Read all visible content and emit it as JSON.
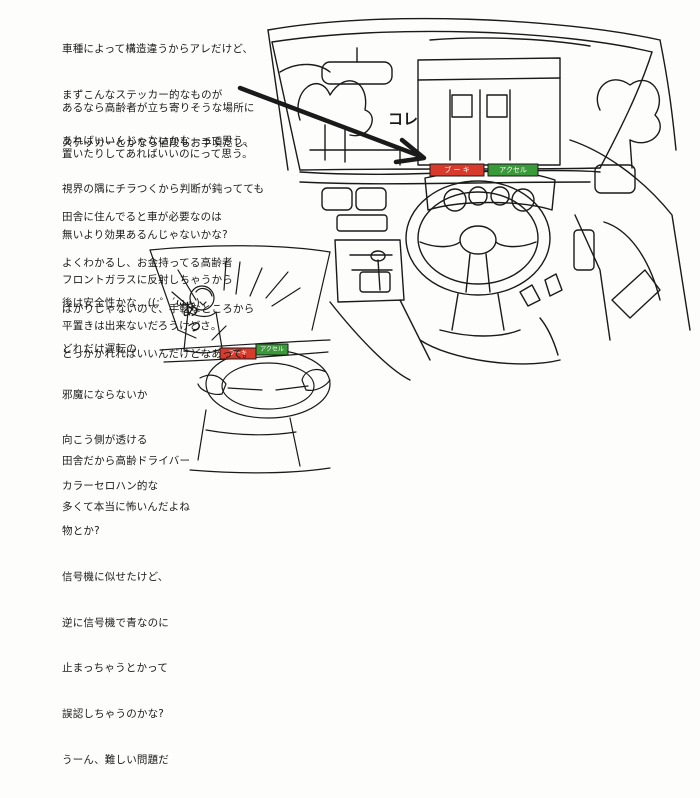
{
  "paragraphs": {
    "p1": [
      "車種によって構造違うからアレだけど、",
      "まずこんなステッカー的なものが",
      "あればいいんじゃないかなーって思う。"
    ],
    "p2": [
      "あるなら高齢者が立ち寄りそうな場所に",
      "置いたりしてあればいいのにって思う。"
    ],
    "p3": [
      "ステッカーとかなら値段もお手頃だし、",
      "視界の隅にチラつくから判断が鈍ってても",
      "無いより効果あるんじゃないかな?",
      "フロントガラスに反射しちゃうから",
      "平置きは出来ないだろうけどさ。"
    ],
    "p4": [
      "田舎に住んでると車が必要なのは",
      "よくわかるし、お金持ってる高齢者",
      "ばかりじゃないので、手軽なところから",
      "とっかかれればいいんだけどなあって。"
    ],
    "p5": [
      "後は安全性かな…((;゜´ω・)",
      "どれだけ運転の",
      "邪魔にならないか",
      "向こう側が透ける",
      "カラーセロハン的な",
      "物とか?",
      "信号機に似せたけど、",
      "逆に信号機で青なのに",
      "止まっちゃうとかって",
      "誤認しちゃうのかな?",
      "うーん、難しい問題だ"
    ],
    "p6": [
      "田舎だから高齢ドライバー",
      "多くて本当に怖いんだよね"
    ]
  },
  "sticker_main": {
    "red_label": "ブ ー キ",
    "green_label": "アクセル",
    "arrow_label": "コレ"
  },
  "sticker_small": {
    "red_label": "ブーキ",
    "green_label": "アクセル"
  },
  "exclamation": "あっ",
  "colors": {
    "red": "#d83a2c",
    "green": "#3a9a3a",
    "ink": "#1a1a1a"
  }
}
